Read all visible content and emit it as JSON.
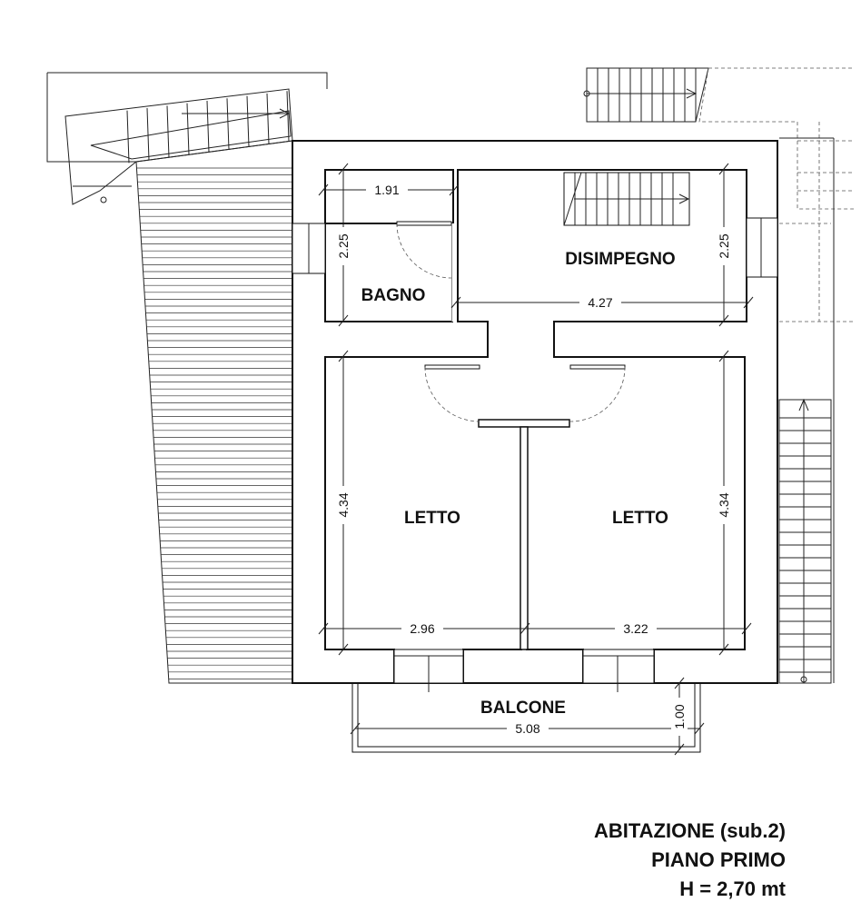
{
  "rooms": {
    "bagno": "BAGNO",
    "disimpegno": "DISIMPEGNO",
    "letto_left": "LETTO",
    "letto_right": "LETTO",
    "balcone": "BALCONE"
  },
  "dimensions": {
    "bagno_width": "1.91",
    "bagno_height": "2.25",
    "disimpegno_width": "4.27",
    "disimpegno_height": "2.25",
    "letto_left_height": "4.34",
    "letto_left_width": "2.96",
    "letto_right_width": "3.22",
    "letto_right_height": "4.34",
    "balcone_width": "5.08",
    "balcone_depth": "1.00"
  },
  "title_block": {
    "line1": "ABITAZIONE (sub.2)",
    "line2": "PIANO PRIMO",
    "line3": "H = 2,70 mt"
  }
}
